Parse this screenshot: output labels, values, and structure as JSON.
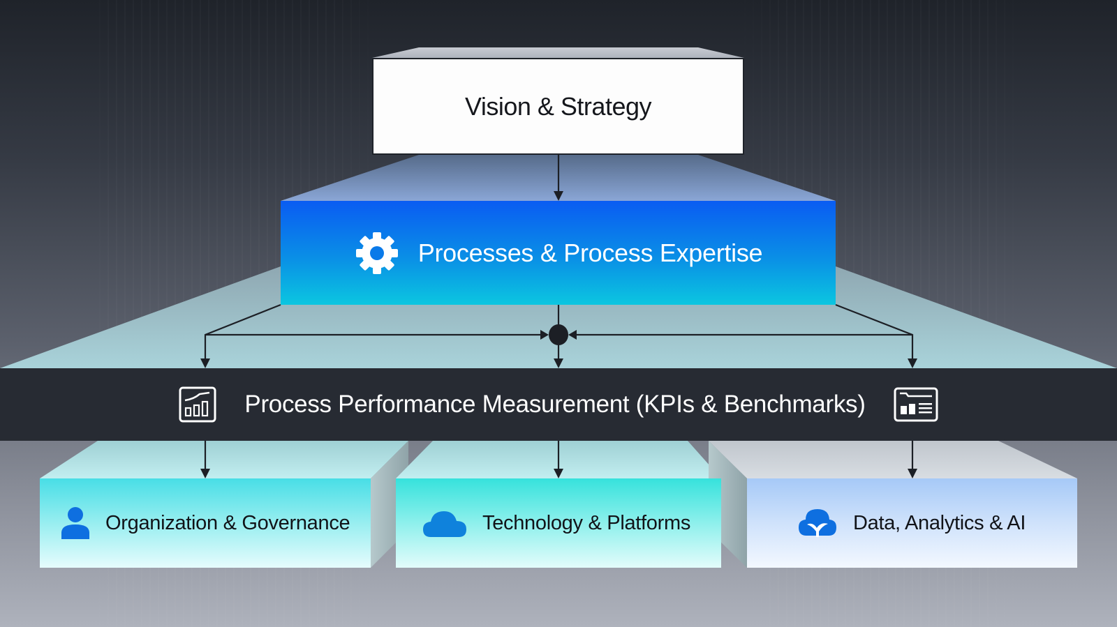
{
  "diagram": {
    "top": {
      "label": "Vision & Strategy"
    },
    "middle": {
      "label": "Processes & Process Expertise",
      "icon": "gear-icon"
    },
    "measurement": {
      "label": "Process Performance Measurement (KPIs & Benchmarks)",
      "left_icon": "bar-chart-icon",
      "right_icon": "dashboard-icon"
    },
    "pillars": [
      {
        "label": "Organization & Governance",
        "icon": "person-icon"
      },
      {
        "label": "Technology & Platforms",
        "icon": "cloud-icon"
      },
      {
        "label": "Data, Analytics & AI",
        "icon": "cloud-ai-icon"
      }
    ]
  },
  "colors": {
    "band": "#272b33",
    "process_top": "#0a5cf2",
    "process_bottom": "#0bc6e0",
    "icon_blue": "#0e6fe0"
  }
}
